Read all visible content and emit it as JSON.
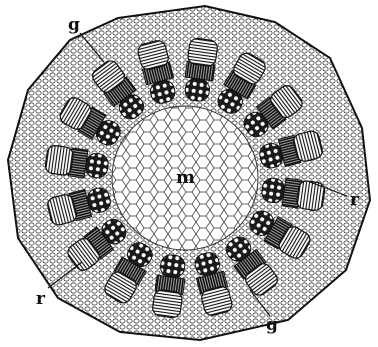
{
  "labels": {
    "g_top": "g",
    "m_center": "m",
    "r_right": "r",
    "r_left": "r",
    "g_bottom": "g"
  },
  "bundle_count": 16,
  "colors": {
    "ink": "#111111",
    "paper": "#ffffff"
  }
}
